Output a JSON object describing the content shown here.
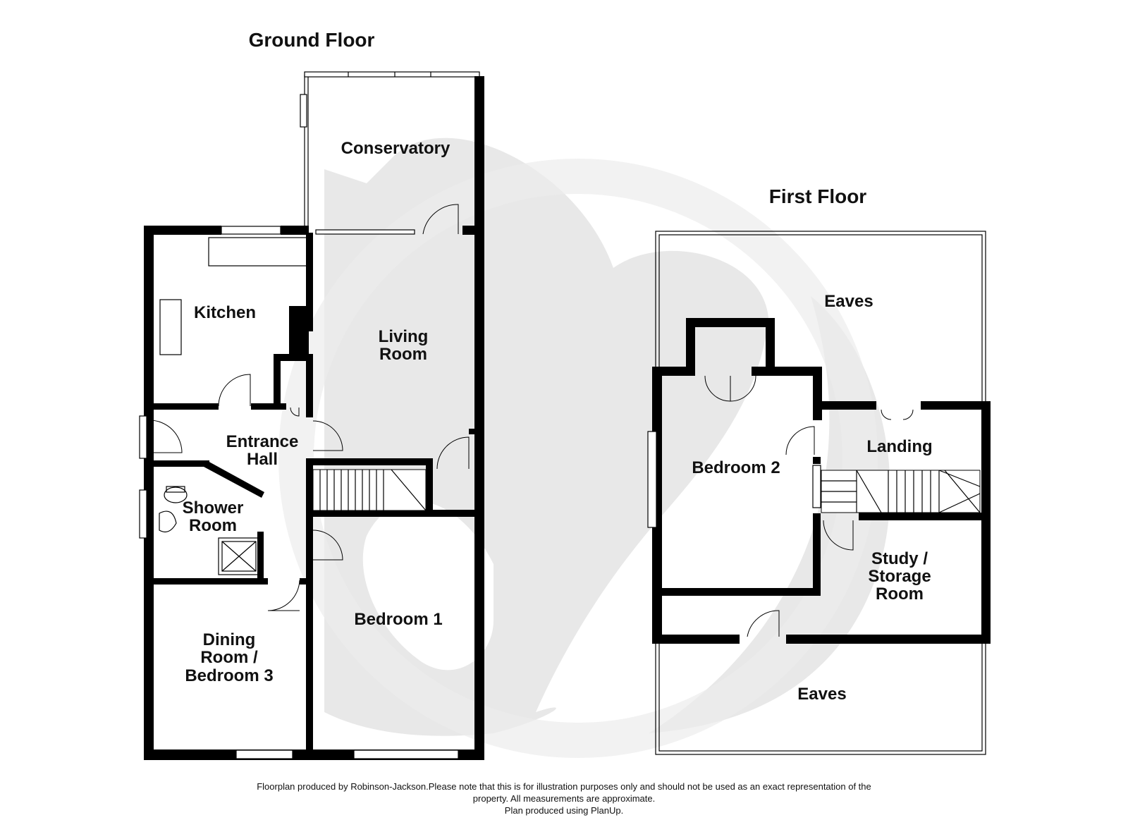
{
  "ground_floor": {
    "title": "Ground Floor",
    "rooms": {
      "conservatory": "Conservatory",
      "kitchen": "Kitchen",
      "living_room": [
        "Living",
        "Room"
      ],
      "entrance_hall": [
        "Entrance",
        "Hall"
      ],
      "shower_room": [
        "Shower",
        "Room"
      ],
      "bedroom_1": "Bedroom 1",
      "dining_room": [
        "Dining",
        "Room /",
        "Bedroom 3"
      ]
    }
  },
  "first_floor": {
    "title": "First Floor",
    "rooms": {
      "eaves_top": "Eaves",
      "bedroom_2": "Bedroom 2",
      "landing": "Landing",
      "study": [
        "Study /",
        "Storage",
        "Room"
      ],
      "eaves_bottom": "Eaves"
    }
  },
  "footer": {
    "line1": "Floorplan produced by Robinson-Jackson.Please note that this is for illustration purposes only and should not be used as an exact representation of the",
    "line2": "property. All measurements are approximate.",
    "line3": "Plan produced using PlanUp."
  },
  "colors": {
    "wall": "#000000",
    "watermark": "#e6e6e6",
    "background": "#ffffff"
  }
}
